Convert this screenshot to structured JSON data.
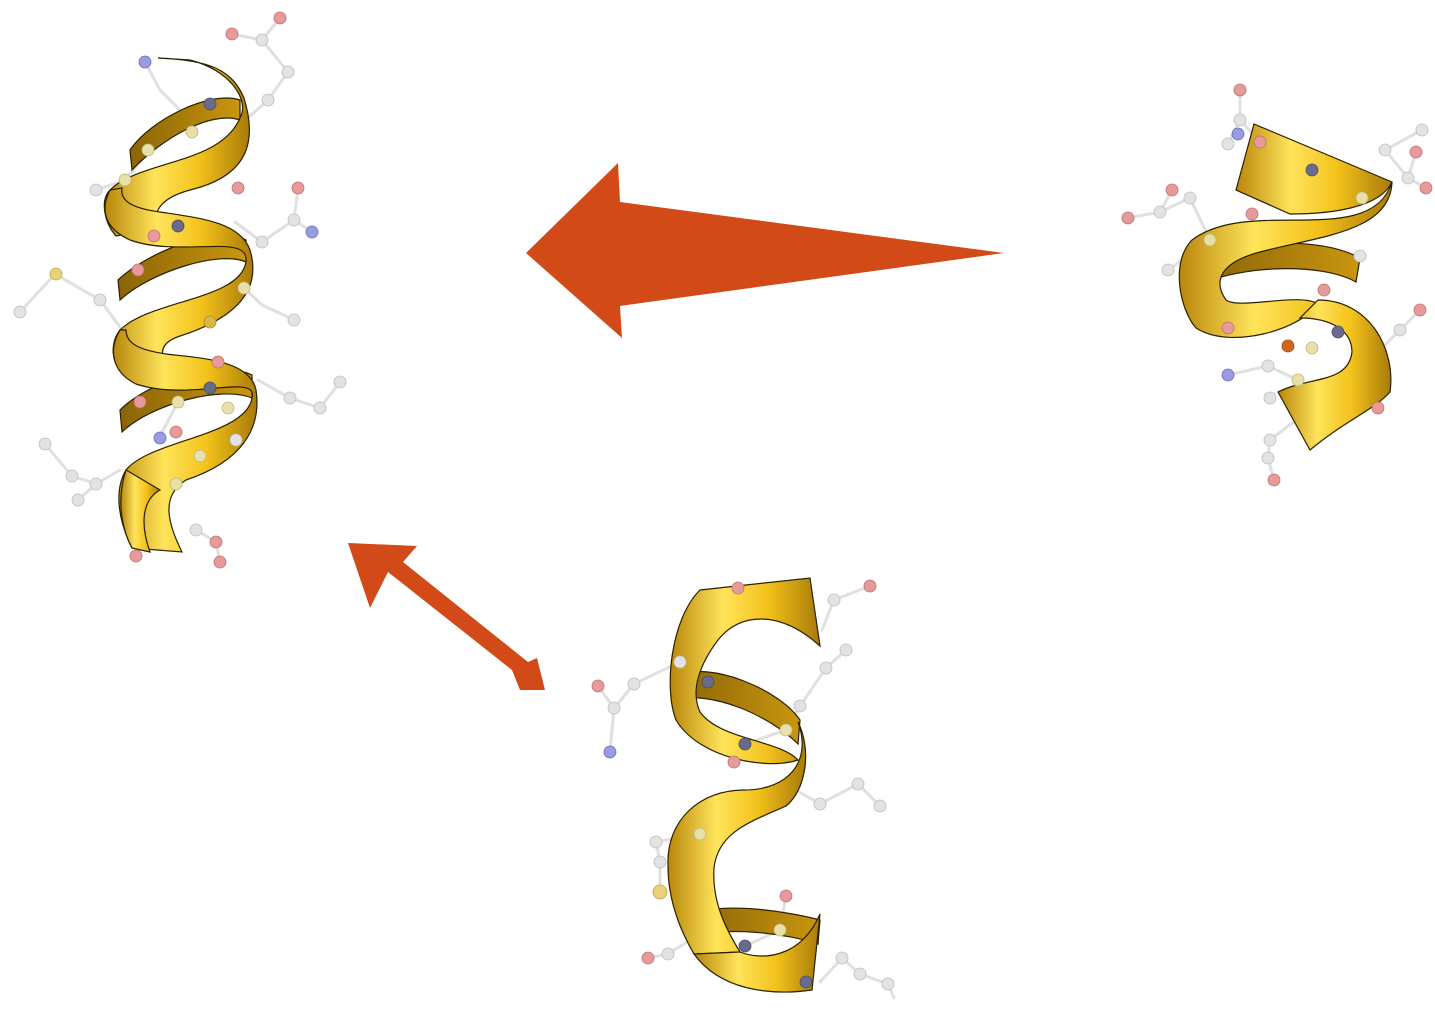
{
  "colors": {
    "background": "#ffffff",
    "arrow": "#d24a17",
    "ribbon_light": "#ffe45a",
    "ribbon_mid": "#f3c21c",
    "ribbon_dark": "#b8860b",
    "ribbon_outline": "#2a2000",
    "atom_carbon": "#e3e3e3",
    "atom_oxygen": "#e79a9a",
    "atom_nitrogen": "#9b9be2",
    "atom_sulfur": "#e7d27a",
    "bond": "#e0e0e0"
  },
  "diagram": {
    "nodes": [
      {
        "id": "helix-full-left",
        "kind": "protein-alpha-helix",
        "turns": 4,
        "label": ""
      },
      {
        "id": "helix-partial-right",
        "kind": "protein-alpha-helix",
        "turns": 2,
        "label": ""
      },
      {
        "id": "helix-partial-bottom",
        "kind": "protein-alpha-helix",
        "turns": 3,
        "label": ""
      }
    ],
    "edges": [
      {
        "from": "helix-partial-right",
        "to": "helix-full-left",
        "style": "single-headed-wide",
        "label": ""
      },
      {
        "from": "helix-partial-bottom",
        "to": "helix-full-left",
        "style": "double-headed",
        "label": ""
      }
    ]
  }
}
